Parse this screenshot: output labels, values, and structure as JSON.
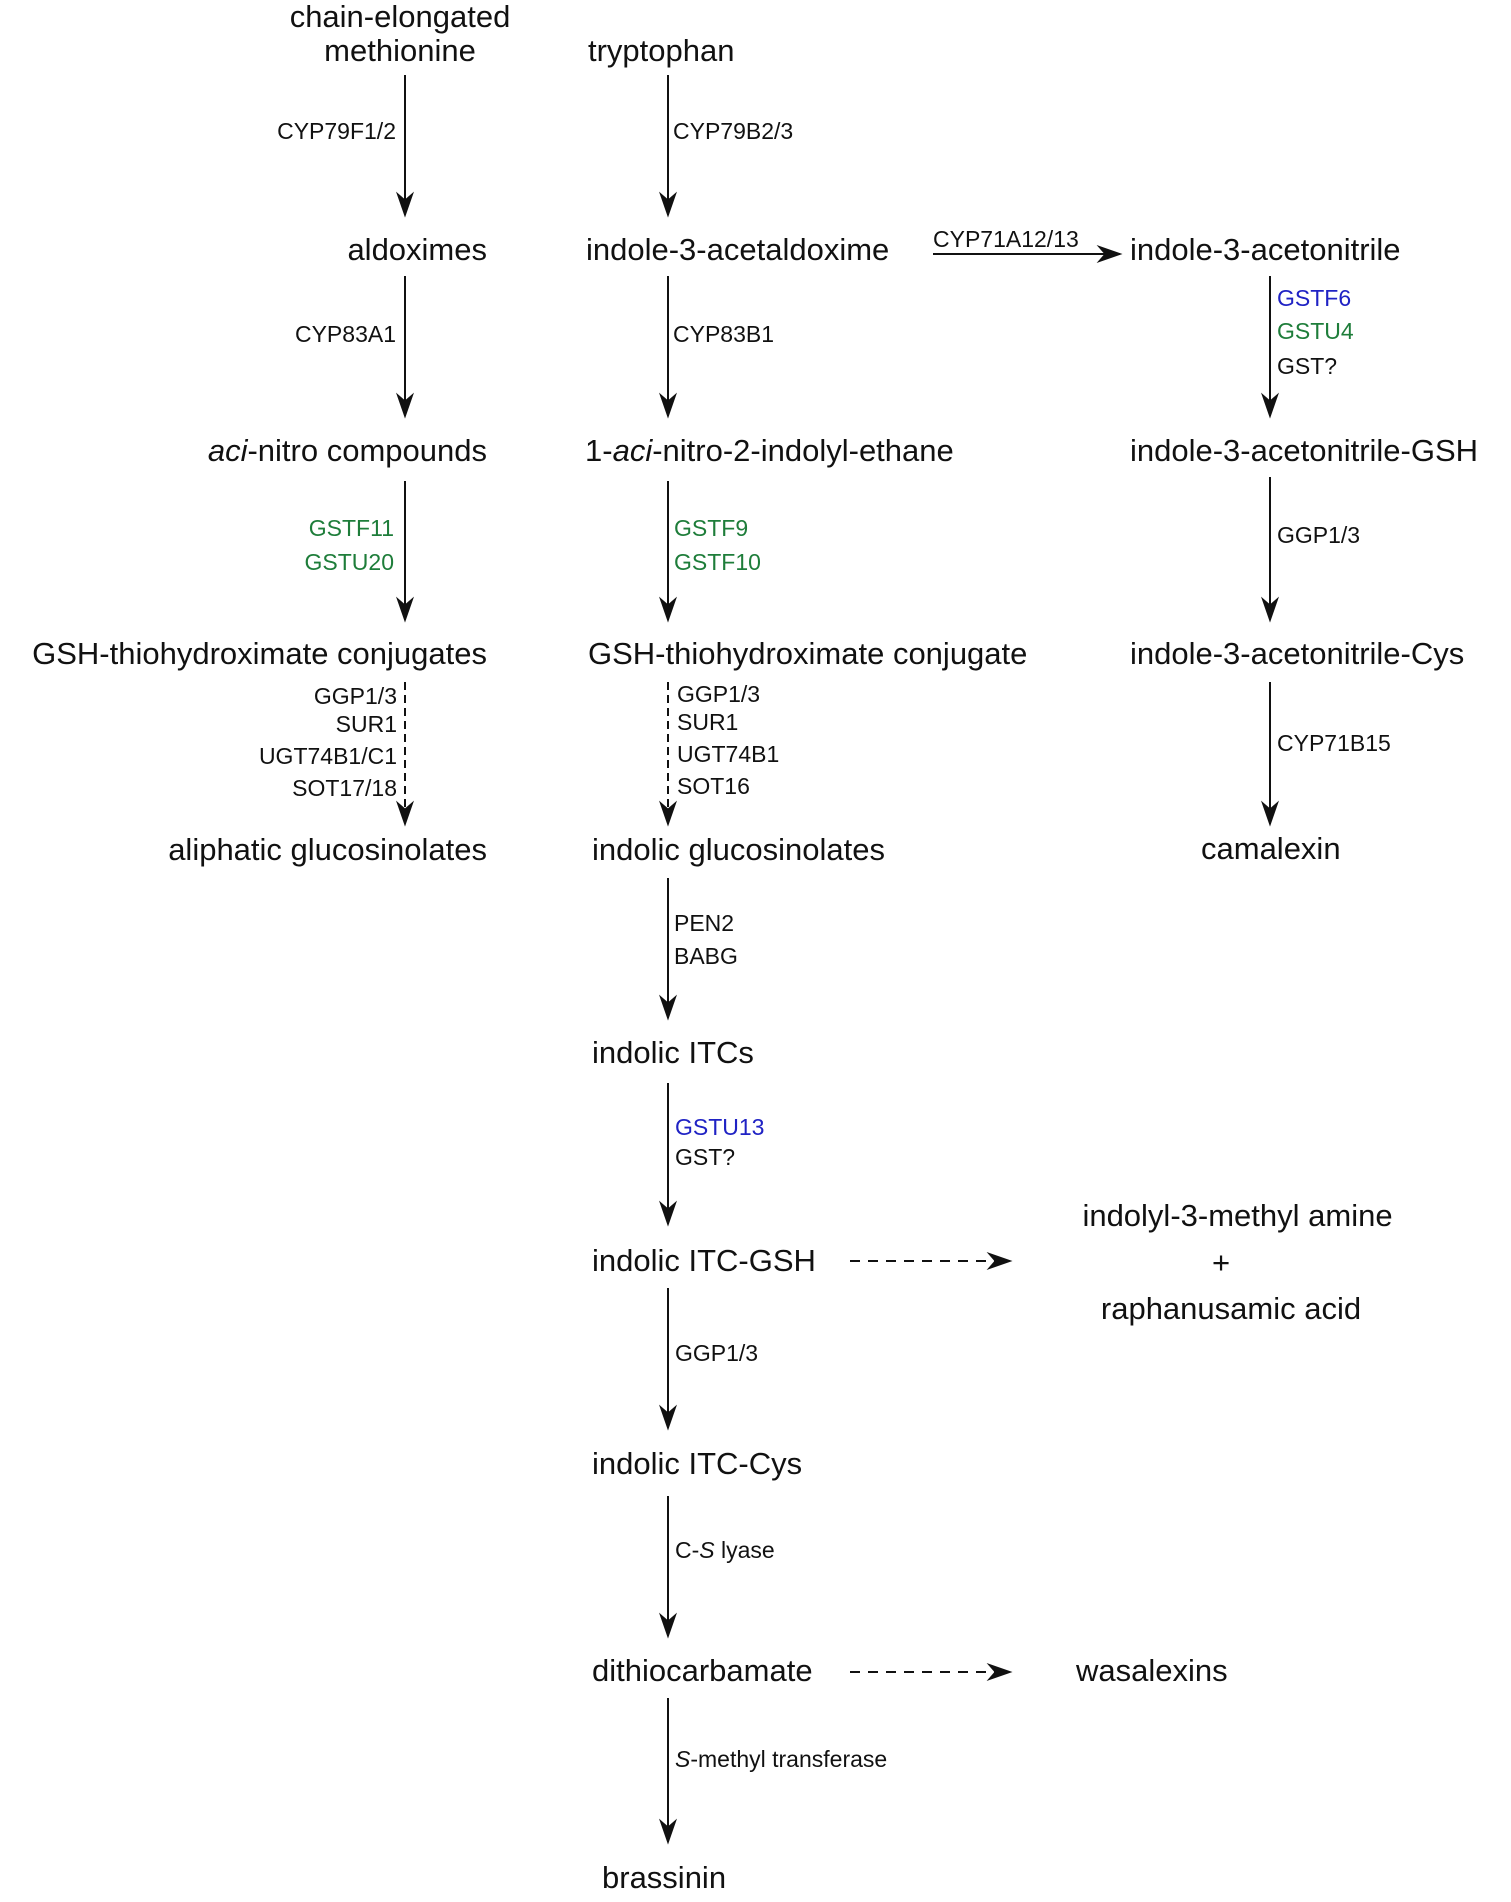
{
  "colors": {
    "text": "#111111",
    "gst_green": "#1e7d3a",
    "gst_blue": "#1f22c4"
  },
  "nodes": {
    "chain_elongated_methionine_1": "chain-elongated",
    "chain_elongated_methionine_2": "methionine",
    "tryptophan": "tryptophan",
    "aldoximes": "aldoximes",
    "indole_3_acetaldoxime": "indole-3-acetaldoxime",
    "indole_3_acetonitrile": "indole-3-acetonitrile",
    "aci_nitro_compounds": {
      "italic": "aci",
      "rest": "-nitro compounds"
    },
    "aci_nitro_indolyl_ethane": {
      "pre": "1-",
      "italic": "aci",
      "rest": "-nitro-2-indolyl-ethane"
    },
    "indole_3_acetonitrile_gsh": "indole-3-acetonitrile-GSH",
    "gsh_conjugates": "GSH-thiohydroximate conjugates",
    "gsh_conjugate": "GSH-thiohydroximate conjugate",
    "indole_3_acetonitrile_cys": "indole-3-acetonitrile-Cys",
    "aliphatic_glucosinolates": "aliphatic glucosinolates",
    "indolic_glucosinolates": "indolic glucosinolates",
    "camalexin": "camalexin",
    "indolic_itcs": "indolic ITCs",
    "indolyl_methyl_amine": "indolyl-3-methyl amine",
    "plus": "+",
    "raphanusamic_acid": "raphanusamic acid",
    "indolic_itc_gsh": "indolic ITC-GSH",
    "indolic_itc_cys": "indolic ITC-Cys",
    "dithiocarbamate": "dithiocarbamate",
    "wasalexins": "wasalexins",
    "brassinin": "brassinin"
  },
  "enzymes": {
    "cyp79f": "CYP79F1/2",
    "cyp79b": "CYP79B2/3",
    "cyp71a": "CYP71A12/13",
    "cyp83a1": "CYP83A1",
    "cyp83b1": "CYP83B1",
    "gstf6": "GSTF6",
    "gstu4": "GSTU4",
    "gst_q1": "GST?",
    "gstf11": "GSTF11",
    "gstu20": "GSTU20",
    "gstf9": "GSTF9",
    "gstf10": "GSTF10",
    "ggp_right": "GGP1/3",
    "left_ggp": "GGP1/3",
    "left_sur1": "SUR1",
    "left_ugt": "UGT74B1/C1",
    "left_sot": "SOT17/18",
    "mid_ggp": "GGP1/3",
    "mid_sur1": "SUR1",
    "mid_ugt": "UGT74B1",
    "mid_sot": "SOT16",
    "cyp71b15": "CYP71B15",
    "pen2": "PEN2",
    "babg": "BABG",
    "gstu13": "GSTU13",
    "gst_q2": "GST?",
    "ggp_itc": "GGP1/3",
    "cs_lyase": {
      "pre": "C-",
      "italic": "S",
      "rest": " lyase"
    },
    "s_methyl": {
      "italic": "S",
      "rest": "-methyl transferase"
    }
  }
}
